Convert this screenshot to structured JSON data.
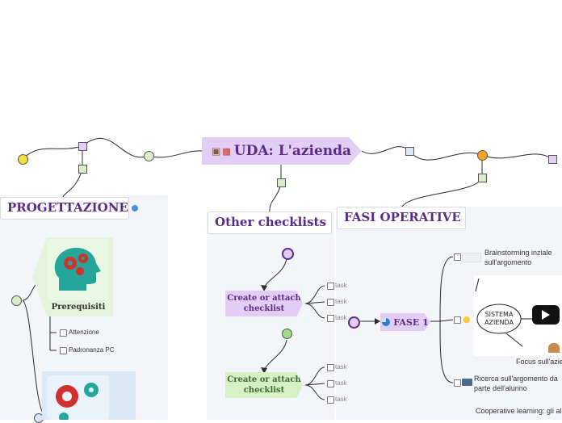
{
  "central": {
    "title": "UDA: L'azienda",
    "icon": "briefcase-icon"
  },
  "branches": {
    "progettazione": {
      "title": "PROGETTAZIONE"
    },
    "checklists": {
      "title": "Other checklists"
    },
    "fasi": {
      "title": "FASI OPERATIVE"
    }
  },
  "prerequisiti": {
    "label": "Prerequisiti",
    "items": [
      "Attenzione",
      "Padronanza PC"
    ]
  },
  "checklist_blocks": [
    {
      "label": "Create or attach checklist",
      "color": "#e2cdf4",
      "tasks": [
        "task",
        "task",
        "task"
      ]
    },
    {
      "label": "Create or attach checklist",
      "color": "#d6efc6",
      "tasks": [
        "task",
        "task",
        "task"
      ]
    }
  ],
  "fase1": {
    "label": "FASE 1",
    "items": [
      "Brainstorming inziale sull'argomento",
      "Ricerca sull'argomento da parte dell'alunno",
      "Cooperative learning: gli alunni, suddivisi in piccoli"
    ],
    "diagram_text": "SISTEMA AZIENDA",
    "caption": "Focus sull'azie"
  },
  "colors": {
    "purple": "#5b2c87",
    "lavender": "#e2cdf4",
    "green": "#d6efc6",
    "wire": "#2b2b2b",
    "orange": "#f5a623",
    "yellow": "#f6e03b"
  }
}
